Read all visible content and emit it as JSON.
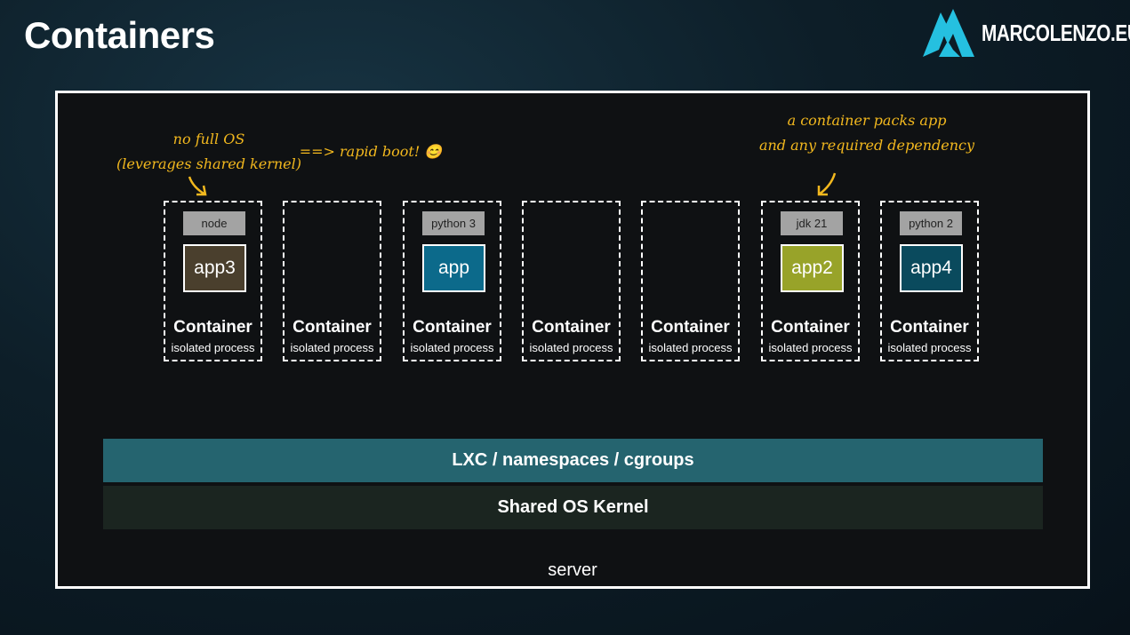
{
  "title": "Containers",
  "logo": {
    "text": "MARCOLENZO.EU"
  },
  "notes": {
    "no_os_line1": "no full OS",
    "no_os_line2": "(leverages shared kernel)",
    "rapid_boot": "==> rapid boot! 😊",
    "packs_line1": "a container packs app",
    "packs_line2": "and any required dependency"
  },
  "containers": [
    {
      "runtime": "node",
      "app": "app3",
      "app_color": "#4a3f2d",
      "title": "Container",
      "subtitle": "isolated process"
    },
    {
      "runtime": null,
      "app": null,
      "title": "Container",
      "subtitle": "isolated process"
    },
    {
      "runtime": "python 3",
      "app": "app",
      "app_color": "#0c6a8b",
      "title": "Container",
      "subtitle": "isolated process"
    },
    {
      "runtime": null,
      "app": null,
      "title": "Container",
      "subtitle": "isolated process"
    },
    {
      "runtime": null,
      "app": null,
      "title": "Container",
      "subtitle": "isolated process"
    },
    {
      "runtime": "jdk 21",
      "app": "app2",
      "app_color": "#98a329",
      "title": "Container",
      "subtitle": "isolated process"
    },
    {
      "runtime": "python 2",
      "app": "app4",
      "app_color": "#0a4a5d",
      "title": "Container",
      "subtitle": "isolated process"
    }
  ],
  "layers": {
    "lxc": "LXC / namespaces / cgroups",
    "kernel": "Shared OS Kernel"
  },
  "server": "server",
  "colors": {
    "lxc": "#25646f",
    "kernel": "#1b2520",
    "accent": "#f2b81e",
    "logo": "#25c0e0"
  }
}
